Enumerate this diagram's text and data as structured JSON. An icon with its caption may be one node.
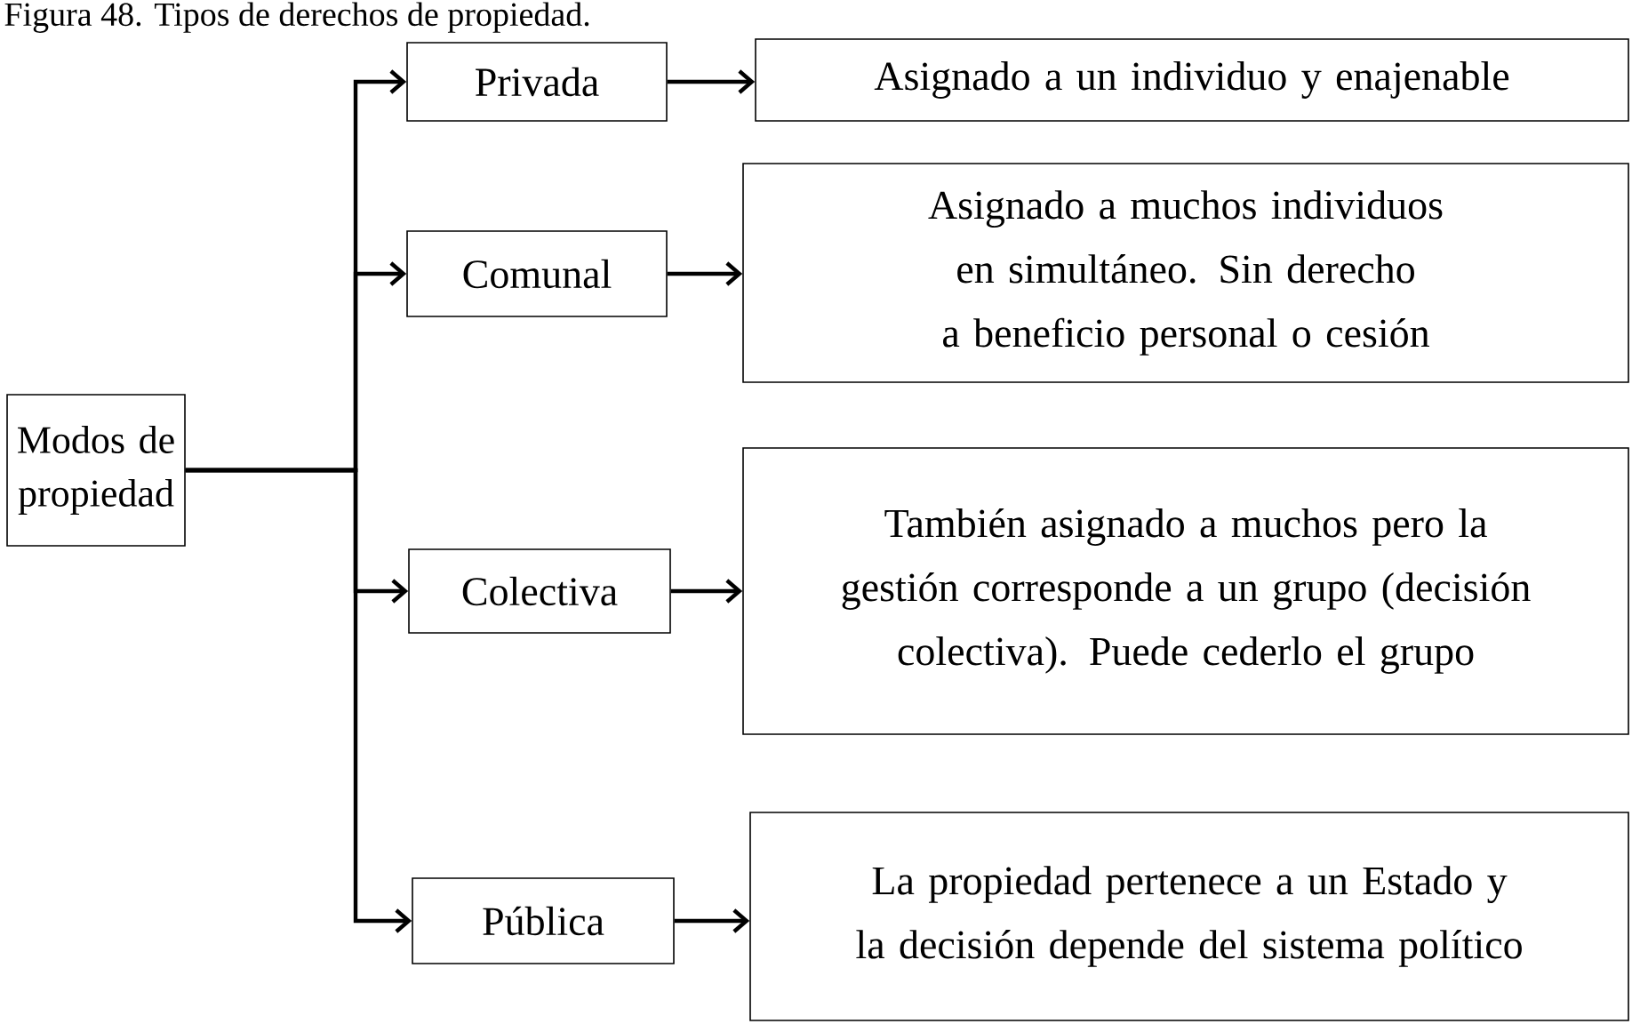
{
  "diagram": {
    "title": "Figura 48. Tipos de derechos de propiedad.",
    "nodes": [
      {
        "text": [
          "Modos de propiedad"
        ]
      },
      {
        "text": [
          "Privada"
        ]
      },
      {
        "text": [
          "Asignado a un individuo y enajenable"
        ]
      },
      {
        "text": [
          "Comunal"
        ]
      },
      {
        "text": [
          "Asignado a muchos individuos en simultáneo. Sin derecho a beneficio personal o cesión"
        ]
      },
      {
        "text": [
          "Colectiva"
        ]
      },
      {
        "text": [
          "También asignado a muchos pero la gestión corresponde a un grupo (decisión colectiva). Puede cederlo el grupo"
        ]
      },
      {
        "text": [
          "Pública"
        ]
      },
      {
        "text": [
          "La propiedad pertenece a un Estado y la decisión depende del sistema político"
        ]
      }
    ],
    "edges": [
      {
        "from": 0,
        "to": 1,
        "arrow": "to"
      },
      {
        "from": 0,
        "to": 3,
        "arrow": "to"
      },
      {
        "from": 0,
        "to": 5,
        "arrow": "to"
      },
      {
        "from": 0,
        "to": 7,
        "arrow": "to"
      },
      {
        "from": 1,
        "to": 2,
        "arrow": "to"
      },
      {
        "from": 3,
        "to": 4,
        "arrow": "to"
      },
      {
        "from": 5,
        "to": 6,
        "arrow": "to"
      },
      {
        "from": 7,
        "to": 8,
        "arrow": "to"
      }
    ]
  }
}
